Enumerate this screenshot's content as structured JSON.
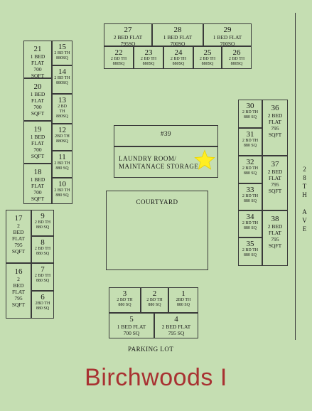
{
  "title": "Birchwoods I",
  "labels": {
    "laundry": "LAUNDRY ROOM/\nMAINTANACE STORAGE",
    "office": "#39",
    "courtyard": "COURTYARD",
    "parking": "PARKING LOT",
    "street": "2\n8\nT\nH\n\nA\nV\nE"
  },
  "colors": {
    "background": "#c5deb2",
    "title": "#a83131",
    "star": "#ffee22"
  },
  "marker_icon": "star-icon",
  "units": {
    "u27": {
      "num": "27",
      "det": "2 BED FLAT\n795SQ"
    },
    "u28": {
      "num": "28",
      "det": "1 BED FLAT\n700SQ"
    },
    "u29": {
      "num": "29",
      "det": "1 BED FLAT\n700SQ"
    },
    "u22": {
      "num": "22",
      "det": "2 BD TH\n880SQ"
    },
    "u23": {
      "num": "23",
      "det": "2 BD TH\n880SQ"
    },
    "u24": {
      "num": "24",
      "det": "2 BD TH\n880SQ"
    },
    "u25": {
      "num": "25",
      "det": "2 BD TH\n880SQ"
    },
    "u26": {
      "num": "26",
      "det": "2 BD TH\n880SQ"
    },
    "u21": {
      "num": "21",
      "det": "1 BED\nFLAT\n700\nSQFT"
    },
    "u20": {
      "num": "20",
      "det": "1 BED\nFLAT\n700\nSQFT"
    },
    "u19": {
      "num": "19",
      "det": "1 BED\nFLAT\n700\nSQFT"
    },
    "u18": {
      "num": "18",
      "det": "1 BED\nFLAT\n700\nSQFT"
    },
    "u15": {
      "num": "15",
      "det": "2 BD TH\n880SQ"
    },
    "u14": {
      "num": "14",
      "det": "2 BD TH\n880SQ"
    },
    "u13": {
      "num": "13",
      "det": "2 BD\nTH\n880SQ"
    },
    "u12": {
      "num": "12",
      "det": "2BD TH\n880SQ"
    },
    "u11": {
      "num": "11",
      "det": "2 BD TH\n880 SQ"
    },
    "u10": {
      "num": "10",
      "det": "2 BD TH\n880 SQ"
    },
    "u17": {
      "num": "17",
      "det": "2\nBED\nFLAT\n795\nSQFT"
    },
    "u16": {
      "num": "16",
      "det": "2\nBED\nFLAT\n795\nSQFT"
    },
    "u9": {
      "num": "9",
      "det": "2 BD TH\n880 SQ"
    },
    "u8": {
      "num": "8",
      "det": "2 BD TH\n880 SQ"
    },
    "u7": {
      "num": "7",
      "det": "2 BD TH\n880 SQ"
    },
    "u6": {
      "num": "6",
      "det": "2BD TH\n880 SQ"
    },
    "u30": {
      "num": "30",
      "det": "2 BD TH\n880 SQ"
    },
    "u31": {
      "num": "31",
      "det": "2 BD TH\n880 SQ"
    },
    "u32": {
      "num": "32",
      "det": "2 BD TH\n880 SQ"
    },
    "u33": {
      "num": "33",
      "det": "2 BD TH\n880 SQ"
    },
    "u34": {
      "num": "34",
      "det": "2 BD TH\n880 SQ"
    },
    "u35": {
      "num": "35",
      "det": "2 BD TH\n880 SQ"
    },
    "u36": {
      "num": "36",
      "det": "2 BED\nFLAT\n795\nSQFT"
    },
    "u37": {
      "num": "37",
      "det": "2 BED\nFLAT\n795\nSQFT"
    },
    "u38": {
      "num": "38",
      "det": "2 BED\nFLAT\n795\nSQFT"
    },
    "u1": {
      "num": "1",
      "det": "2BD TH\n880 SQ"
    },
    "u2": {
      "num": "2",
      "det": "2 BD TH\n880 SQ"
    },
    "u3": {
      "num": "3",
      "det": "2 BD TH\n880 SQ"
    },
    "u4": {
      "num": "4",
      "det": "2 BED FLAT\n795 SQ"
    },
    "u5": {
      "num": "5",
      "det": "1 BED FLAT\n700 SQ"
    }
  }
}
